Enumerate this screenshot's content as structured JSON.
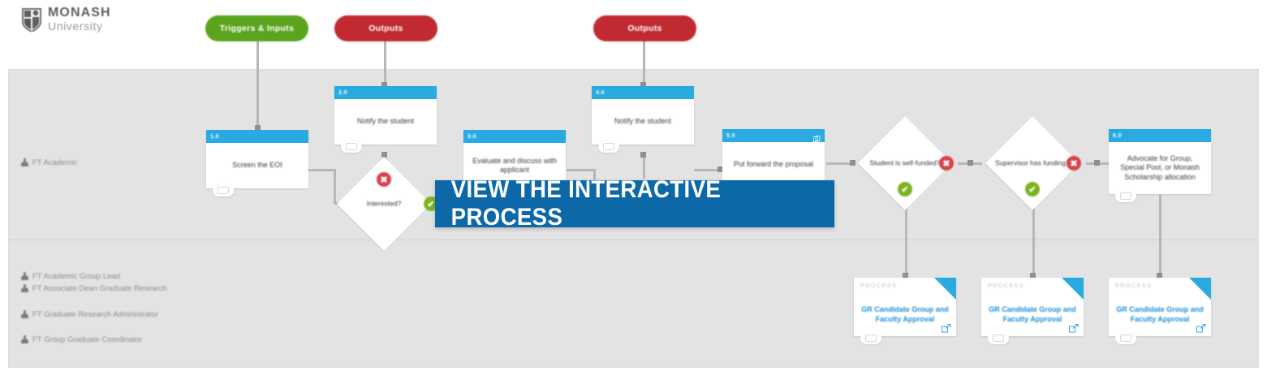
{
  "brand": {
    "logo_primary": "MONASH",
    "logo_secondary": "University",
    "crest_icon": "monash-shield-crest-icon"
  },
  "colors": {
    "lane_background": "#e3e3e3",
    "task_header_blue": "#29aae1",
    "start_pill_green": "#5aa41e",
    "end_pill_red": "#c22a32",
    "cta_blue": "#0d68a8",
    "decision_no_red": "#d8424a",
    "decision_yes_green": "#7ab51d",
    "connector_gray": "#b7b7b7",
    "link_blue": "#1f8fd6"
  },
  "cta": {
    "label": "VIEW THE INTERACTIVE PROCESS"
  },
  "lanes": [
    {
      "id": "lane-ft-academic",
      "labels": [
        {
          "icon": "person-icon",
          "text": "FT Academic"
        }
      ]
    },
    {
      "id": "lane-ft-leadership",
      "labels": [
        {
          "icon": "person-icon",
          "text": "FT Academic Group Lead"
        },
        {
          "icon": "person-icon",
          "text": "FT Associate Dean Graduate Research"
        },
        {
          "icon": "person-icon",
          "text": "FT Graduate Research Administrator"
        },
        {
          "icon": "person-icon",
          "text": "FT Group Graduate Coordinator"
        }
      ]
    }
  ],
  "pills": [
    {
      "id": "pill-start",
      "label": "Triggers & Inputs",
      "variant": "green"
    },
    {
      "id": "pill-output-1",
      "label": "Outputs",
      "variant": "red"
    },
    {
      "id": "pill-output-2",
      "label": "Outputs",
      "variant": "red"
    }
  ],
  "tasks": [
    {
      "id": "task-1",
      "number": "1.0",
      "label": "Screen the EOI",
      "has_header_icon": false
    },
    {
      "id": "task-2",
      "number": "2.0",
      "label": "Notify the student",
      "has_header_icon": false
    },
    {
      "id": "task-3",
      "number": "3.0",
      "label": "Evaluate and discuss with applicant",
      "has_header_icon": false
    },
    {
      "id": "task-4",
      "number": "4.0",
      "label": "Notify the student",
      "has_header_icon": false
    },
    {
      "id": "task-5",
      "number": "5.0",
      "label": "Put forward the proposal",
      "has_header_icon": true
    },
    {
      "id": "task-6",
      "number": "6.0",
      "label": "Advocate for Group, Special Pool, or Monash Scholarship allocation",
      "has_header_icon": false
    }
  ],
  "decisions": [
    {
      "id": "decision-interested",
      "label": "Interested?",
      "no_badge": "✖",
      "yes_badge": "✔",
      "no_position": "top",
      "yes_position": "right"
    },
    {
      "id": "decision-self-funded",
      "label": "Student is self-funded?",
      "no_badge": "✖",
      "yes_badge": "✔",
      "no_position": "right",
      "yes_position": "bottom"
    },
    {
      "id": "decision-supervisor-funding",
      "label": "Supervisor has funding?",
      "no_badge": "✖",
      "yes_badge": "✔",
      "no_position": "right",
      "yes_position": "bottom"
    }
  ],
  "process_cards": [
    {
      "id": "process-card-1",
      "tag": "PROCESS",
      "link": "GR Candidate Group and Faculty Approval",
      "external_icon": "external-link-icon",
      "fold_icon": "page-fold-icon"
    },
    {
      "id": "process-card-2",
      "tag": "PROCESS",
      "link": "GR Candidate Group and Faculty Approval",
      "external_icon": "external-link-icon",
      "fold_icon": "page-fold-icon"
    },
    {
      "id": "process-card-3",
      "tag": "PROCESS",
      "link": "GR Candidate Group and Faculty Approval",
      "external_icon": "external-link-icon",
      "fold_icon": "page-fold-icon"
    }
  ]
}
